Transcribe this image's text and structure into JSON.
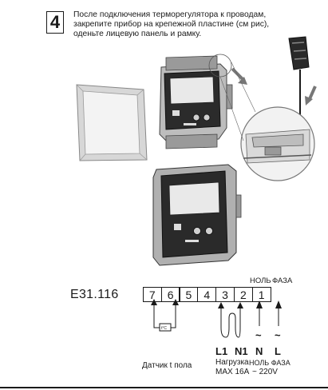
{
  "step": {
    "number": "4",
    "text_lines": [
      "После подключения терморегулятора  к  проводам,",
      "закрепите  прибор на крепежной пластине (см рис),",
      "оденьте лицевую панель и рамку."
    ]
  },
  "figure": {
    "sensor_icon_text": "t°C"
  },
  "wiring": {
    "model": "E31.116",
    "terminals": [
      "7",
      "6",
      "5",
      "4",
      "3",
      "2",
      "1"
    ],
    "top_labels": {
      "null": "НОЛЬ",
      "phase": "ФАЗА"
    },
    "tilde": "~",
    "letters": {
      "l1": "L1",
      "n1": "N1",
      "n": "N",
      "l": "L"
    },
    "sensor_label": "Датчик t пола",
    "load_label": "Нагрузка",
    "load_max": "MAX 16A",
    "null_phase_bottom": "НОЛЬ ФАЗА",
    "voltage": "~ 220V"
  }
}
